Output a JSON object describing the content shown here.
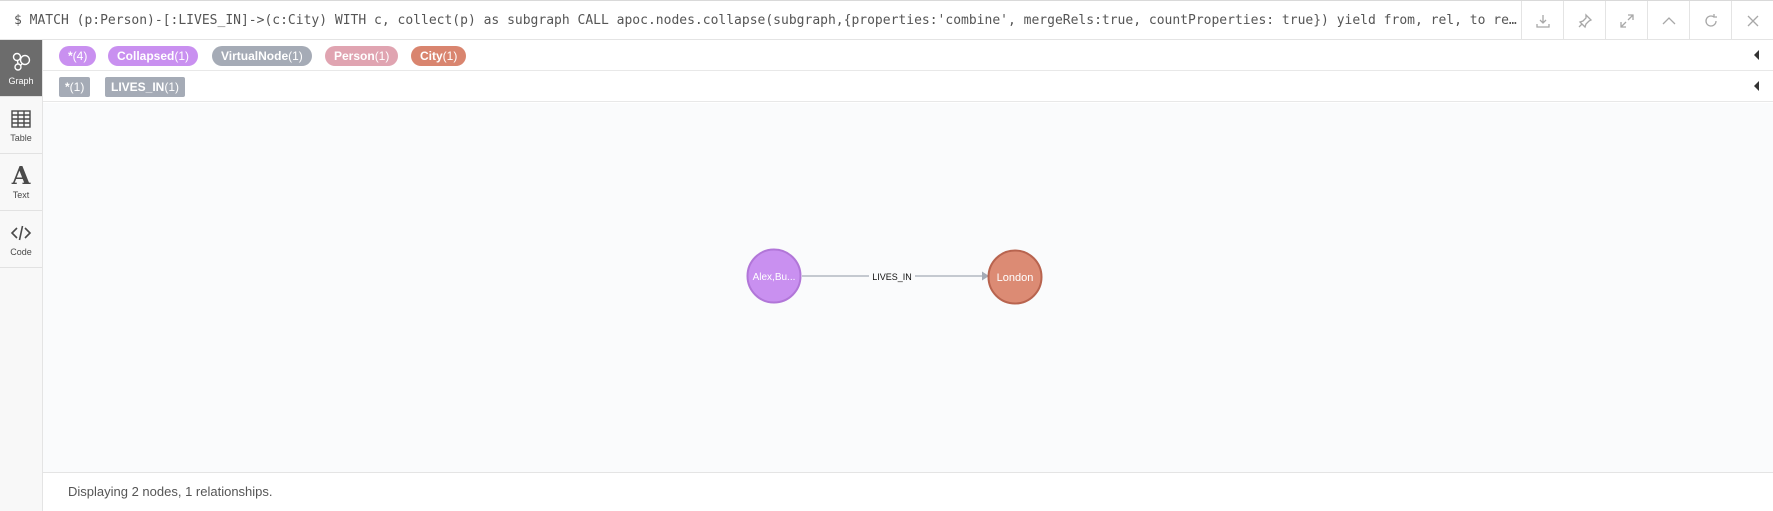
{
  "query": {
    "text": "$ MATCH (p:Person)-[:LIVES_IN]->(c:City) WITH c, collect(p) as subgraph CALL apoc.nodes.collapse(subgraph,{properties:'combine', mergeRels:true, countProperties: true}) yield from, rel, to return from, rel, to"
  },
  "actions": [
    {
      "icon": "download-icon"
    },
    {
      "icon": "pin-icon"
    },
    {
      "icon": "expand-icon"
    },
    {
      "icon": "chevron-up-icon"
    },
    {
      "icon": "refresh-icon"
    },
    {
      "icon": "close-icon"
    }
  ],
  "sidebar": {
    "items": [
      {
        "label": "Graph",
        "icon": "graph-icon",
        "active": true
      },
      {
        "label": "Table",
        "icon": "table-icon"
      },
      {
        "label": "Text",
        "icon": "text-icon",
        "glyph": "A"
      },
      {
        "label": "Code",
        "icon": "code-icon"
      }
    ]
  },
  "node_labels": [
    {
      "name": "*",
      "count": "(4)",
      "color": "#c990f0"
    },
    {
      "name": "Collapsed",
      "count": "(1)",
      "color": "#c990f0"
    },
    {
      "name": "VirtualNode",
      "count": "(1)",
      "color": "#a5abb6"
    },
    {
      "name": "Person",
      "count": "(1)",
      "color": "#e0a4b1"
    },
    {
      "name": "City",
      "count": "(1)",
      "color": "#d9856f"
    }
  ],
  "relationship_types": [
    {
      "name": "*",
      "count": "(1)",
      "color": "#a5abb6"
    },
    {
      "name": "LIVES_IN",
      "count": "(1)",
      "color": "#a5abb6"
    }
  ],
  "graph": {
    "nodes": [
      {
        "id": "collapsed",
        "caption": "Alex,Bu...",
        "fill": "#c990f0",
        "stroke": "#b176d8"
      },
      {
        "id": "city",
        "caption": "London",
        "fill": "#dc8b74",
        "stroke": "#b8644f"
      }
    ],
    "relationships": [
      {
        "from": "collapsed",
        "to": "city",
        "type": "LIVES_IN",
        "color": "#a5abb6"
      }
    ]
  },
  "status": {
    "text": "Displaying 2 nodes, 1 relationships."
  }
}
